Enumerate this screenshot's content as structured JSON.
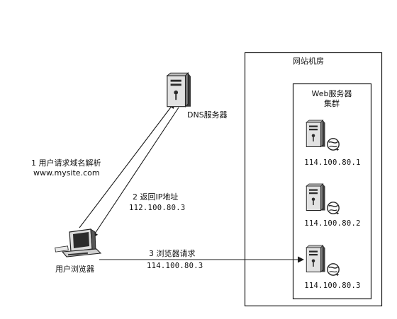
{
  "room": {
    "label": "网站机房"
  },
  "cluster": {
    "label_line1": "Web服务器",
    "label_line2": "集群"
  },
  "dns": {
    "label": "DNS服务器"
  },
  "browser": {
    "label": "用户浏览器"
  },
  "steps": [
    {
      "line1": "1 用户请求域名解析",
      "line2": "www.mysite.com"
    },
    {
      "line1": "2 返回IP地址",
      "line2": "112.100.80.3"
    },
    {
      "line1": "3 浏览器请求",
      "line2": "114.100.80.3"
    }
  ],
  "servers": [
    {
      "ip": "114.100.80.1"
    },
    {
      "ip": "114.100.80.2"
    },
    {
      "ip": "114.100.80.3"
    }
  ],
  "icons": {
    "dns": "server-tower-icon",
    "web": "web-server-icon",
    "browser": "desktop-computer-icon"
  },
  "colors": {
    "line": "#1a1a1a",
    "server_body": "#d4d4d4",
    "server_dark": "#2b2b2b"
  }
}
